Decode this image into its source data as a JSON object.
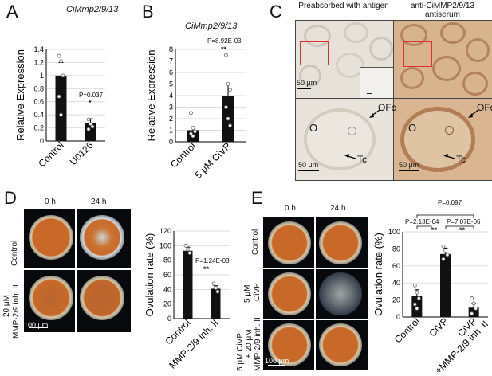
{
  "panels": {
    "A": {
      "letter": "A",
      "gene_title": "CiMmp2/9/13",
      "chart_data": {
        "type": "bar",
        "categories": [
          "Control",
          "U0126"
        ],
        "values": [
          1.0,
          0.28
        ],
        "errors": [
          0.2,
          0.06
        ],
        "points": [
          [
            1.3,
            1.22,
            1.0,
            0.68,
            0.4
          ],
          [
            0.33,
            0.26,
            0.22,
            0.18
          ]
        ],
        "ylabel": "Relative Expression",
        "ylim": [
          0,
          1.4
        ],
        "yticks": [
          "0",
          "0.2",
          "0.4",
          "0.6",
          "0.8",
          "1",
          "1.2",
          "1.4"
        ],
        "pvalue_label": "P=0.037",
        "significance": "*"
      }
    },
    "B": {
      "letter": "B",
      "gene_title": "CiMmp2/9/13",
      "chart_data": {
        "type": "bar",
        "categories": [
          "Control",
          "5 μM CiVP"
        ],
        "values": [
          1.0,
          4.0
        ],
        "errors": [
          0.3,
          1.0
        ],
        "points": [
          [
            2.5,
            1.2,
            0.9,
            0.7,
            0.5
          ],
          [
            7.5,
            5.0,
            4.5,
            3.0,
            2.0,
            1.4
          ]
        ],
        "ylabel": "Relative Expression",
        "ylim": [
          0,
          8
        ],
        "yticks": [
          "0",
          "1",
          "2",
          "3",
          "4",
          "5",
          "6",
          "7",
          "8"
        ],
        "pvalue_label": "P=8.92E-03",
        "significance": "**"
      }
    },
    "C": {
      "letter": "C",
      "col1_label": "Preabsorbed with antigen",
      "col2_label": "anti-CiMMP2/9/13 antiserum",
      "scale_label": "50 μm",
      "label_O": "O",
      "label_OFc": "OFc",
      "label_Tc": "Tc"
    },
    "D": {
      "letter": "D",
      "time0": "0 h",
      "time24": "24 h",
      "row1": "Control",
      "row2a": "20 μM",
      "row2b": "MMP-2/9 inh. II",
      "scale_label": "100 μm",
      "chart_data": {
        "type": "bar",
        "categories": [
          "Control",
          "MMP-2/9 inh. II"
        ],
        "values": [
          93,
          41
        ],
        "errors": [
          5,
          4
        ],
        "points": [
          [
            100,
            95,
            90
          ],
          [
            48,
            42,
            37
          ]
        ],
        "ylabel": "Ovulation rate (%)",
        "ylim": [
          0,
          120
        ],
        "yticks": [
          "0",
          "20",
          "40",
          "60",
          "80",
          "100",
          "120"
        ],
        "pvalue_label": "P=1.24E-03",
        "significance": "**"
      }
    },
    "E": {
      "letter": "E",
      "time0": "0 h",
      "time24": "24 h",
      "row1": "Control",
      "row2a": "5 μM",
      "row2b": "CiVP",
      "row3a": "5 μM CiVP",
      "row3b": "+ 20 μM",
      "row3c": "MMP-2/9 inh. II",
      "scale_label": "100 μm",
      "chart_data": {
        "type": "bar",
        "categories": [
          "Control",
          "CiVP",
          "CiVP +MMP-2/9 inh. II"
        ],
        "values": [
          25,
          74,
          11
        ],
        "errors": [
          7,
          7,
          5
        ],
        "points": [
          [
            37,
            29,
            22,
            15,
            10
          ],
          [
            83,
            78,
            73,
            68
          ],
          [
            22,
            16,
            10,
            4
          ]
        ],
        "ylabel": "Ovulation rate (%)",
        "ylim": [
          0,
          100
        ],
        "yticks": [
          "0",
          "20",
          "40",
          "60",
          "80",
          "100"
        ],
        "p_top": "P=0.097",
        "p_left": "P=2.13E-04",
        "p_right": "P=7.07E-06",
        "sig_left": "**",
        "sig_right": "**"
      }
    }
  },
  "colors": {
    "bar": "#111111",
    "ihc_neg_bg": "#e6e2d9",
    "ihc_pos_bg": "#d7b48e",
    "box_red": "#e03030",
    "oocyte_orange": "#c8692a"
  }
}
